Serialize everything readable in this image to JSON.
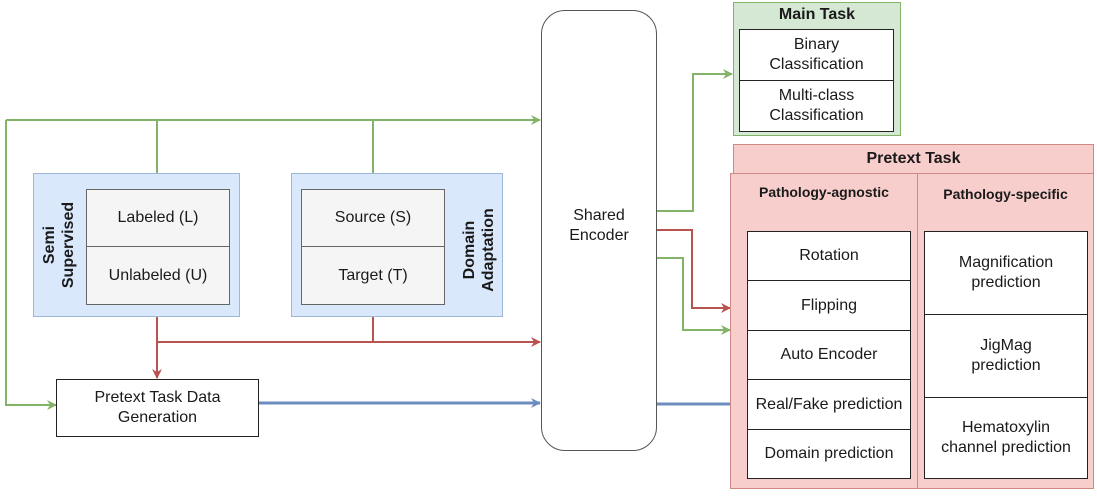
{
  "semi_supervised": {
    "label_line1": "Semi",
    "label_line2": "Supervised",
    "items": [
      "Labeled (L)",
      "Unlabeled (U)"
    ]
  },
  "domain_adaptation": {
    "label_line1": "Domain",
    "label_line2": "Adaptation",
    "items": [
      "Source (S)",
      "Target (T)"
    ]
  },
  "pretext_data_generation": {
    "line1": "Pretext Task Data",
    "line2": "Generation"
  },
  "shared_encoder": {
    "line1": "Shared",
    "line2": "Encoder"
  },
  "main_task": {
    "title": "Main Task",
    "items": [
      {
        "line1": "Binary",
        "line2": "Classification"
      },
      {
        "line1": "Multi-class",
        "line2": "Classification"
      }
    ]
  },
  "pretext_task": {
    "title": "Pretext Task",
    "agnostic": {
      "title": "Pathology-agnostic",
      "items": [
        "Rotation",
        "Flipping",
        "Auto Encoder",
        "Real/Fake prediction",
        "Domain prediction"
      ]
    },
    "specific": {
      "title": "Pathology-specific",
      "items": [
        {
          "line1": "Magnification",
          "line2": "prediction"
        },
        {
          "line1": "JigMag",
          "line2": "prediction"
        },
        {
          "line1": "Hematoxylin",
          "line2": "channel prediction"
        }
      ]
    }
  },
  "colors": {
    "green_arrow": "#82b366",
    "red_arrow": "#b85450",
    "blue_arrow": "#6c8ebf",
    "blue_group_fill": "#dae8fc",
    "green_group_fill": "#d5e8d4",
    "red_group_fill": "#f8cecc",
    "cell_fill": "#f5f5f5"
  }
}
